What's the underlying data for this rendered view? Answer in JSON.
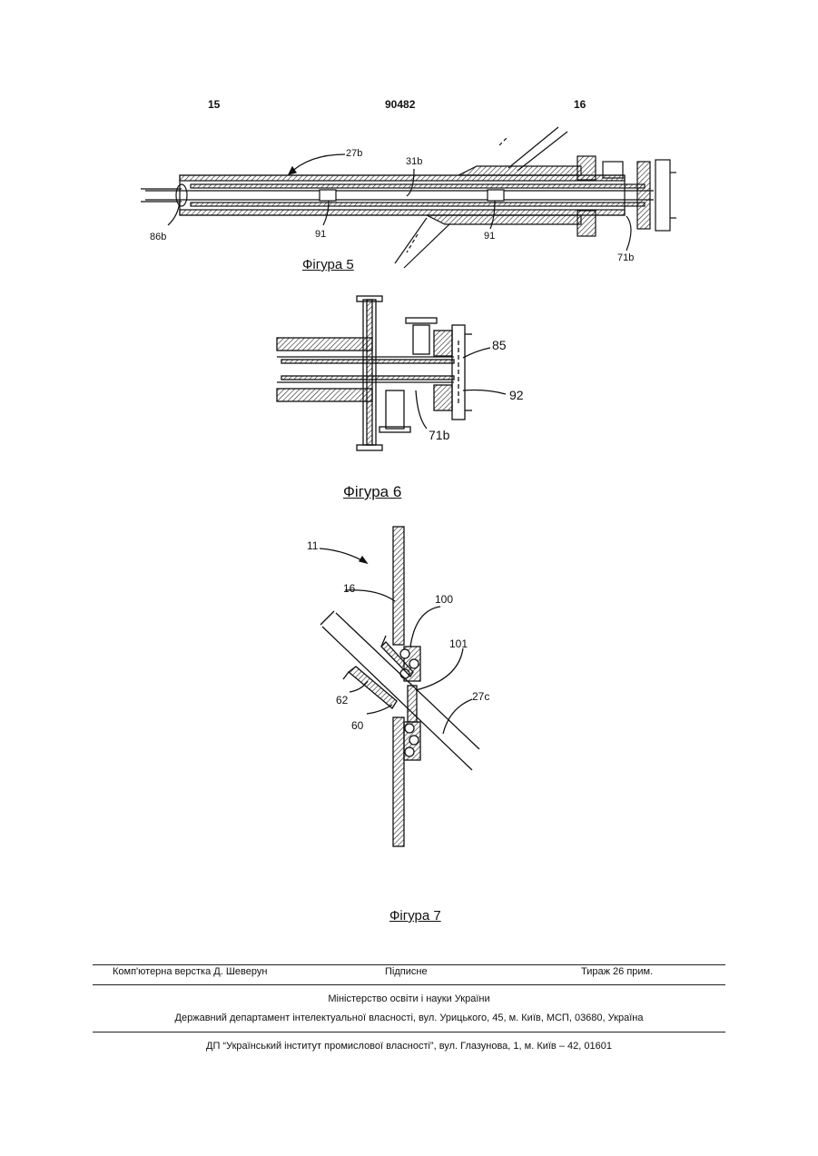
{
  "header": {
    "left_page": "15",
    "patent_no": "90482",
    "right_page": "16"
  },
  "figure5": {
    "caption": "Фігура 5",
    "labels": {
      "l27b": "27b",
      "l31b": "31b",
      "l86b": "86b",
      "l91a": "91",
      "l91b": "91",
      "l71b": "71b"
    }
  },
  "figure6": {
    "caption": "Фігура 6",
    "labels": {
      "l85": "85",
      "l92": "92",
      "l71b": "71b"
    }
  },
  "figure7": {
    "caption": "Фігура 7",
    "labels": {
      "l11": "11",
      "l16": "16",
      "l100": "100",
      "l101": "101",
      "l27c": "27c",
      "l62": "62",
      "l60": "60"
    }
  },
  "footer": {
    "layout_credit": "Комп'ютерна верстка Д. Шеверун",
    "signed": "Підписне",
    "circulation": "Тираж 26 прим.",
    "ministry": "Міністерство освіти і науки України",
    "department": "Державний департамент інтелектуальної власності, вул. Урицького, 45, м. Київ, МСП, 03680, Україна",
    "institute": "ДП “Український інститут промислової власності”, вул. Глазунова, 1, м. Київ – 42, 01601"
  }
}
